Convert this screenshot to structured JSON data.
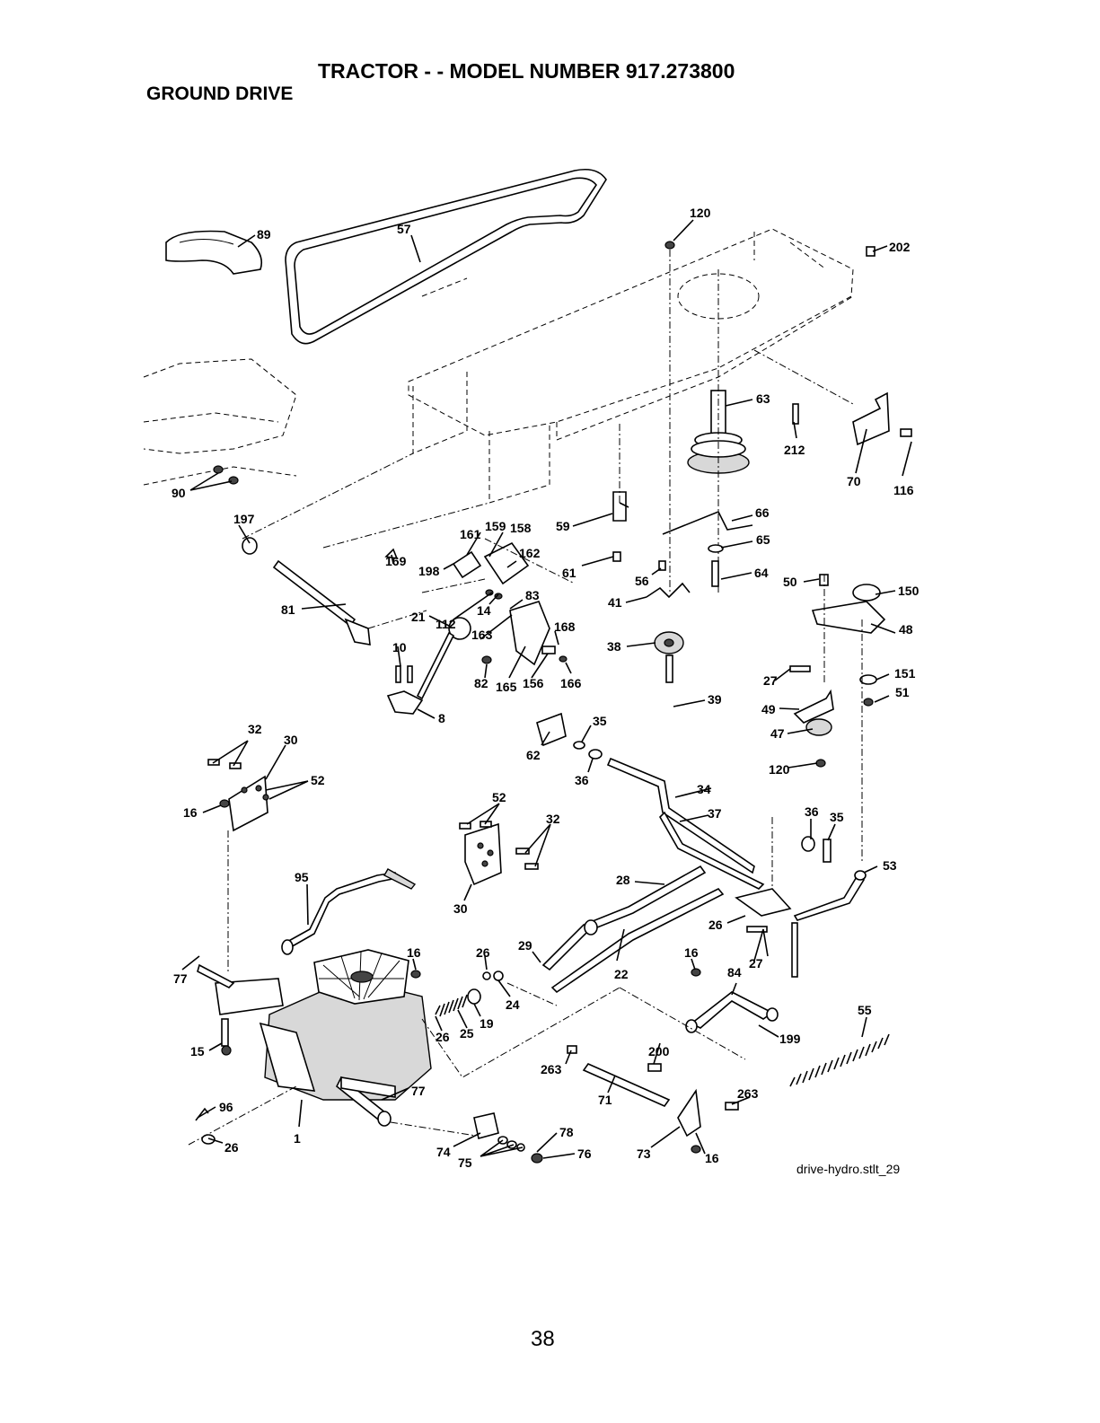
{
  "header": {
    "title": "TRACTOR - - MODEL NUMBER 917.273800",
    "subtitle": "GROUND DRIVE"
  },
  "callouts": [
    {
      "id": "c1",
      "text": "57"
    },
    {
      "id": "c2",
      "text": "120"
    },
    {
      "id": "c3",
      "text": "89"
    },
    {
      "id": "c4",
      "text": "63"
    },
    {
      "id": "c5",
      "text": "212"
    },
    {
      "id": "c6",
      "text": "70"
    },
    {
      "id": "c7",
      "text": "116"
    },
    {
      "id": "c8",
      "text": "90"
    },
    {
      "id": "c9",
      "text": "197"
    },
    {
      "id": "c10",
      "text": "161"
    },
    {
      "id": "c11",
      "text": "159"
    },
    {
      "id": "c12",
      "text": "158"
    },
    {
      "id": "c13",
      "text": "59"
    },
    {
      "id": "c14",
      "text": "66"
    },
    {
      "id": "c15",
      "text": "65"
    },
    {
      "id": "c16",
      "text": "202"
    },
    {
      "id": "c17",
      "text": "169"
    },
    {
      "id": "c18",
      "text": "198"
    },
    {
      "id": "c19",
      "text": "162"
    },
    {
      "id": "c20",
      "text": "61"
    },
    {
      "id": "c21",
      "text": "56"
    },
    {
      "id": "c22",
      "text": "64"
    },
    {
      "id": "c23",
      "text": "50"
    },
    {
      "id": "c24",
      "text": "150"
    },
    {
      "id": "c25",
      "text": "81"
    },
    {
      "id": "c26",
      "text": "14"
    },
    {
      "id": "c27",
      "text": "83"
    },
    {
      "id": "c28",
      "text": "41"
    },
    {
      "id": "c29",
      "text": "112"
    },
    {
      "id": "c30",
      "text": "163"
    },
    {
      "id": "c31",
      "text": "168"
    },
    {
      "id": "c32",
      "text": "48"
    },
    {
      "id": "c33",
      "text": "21"
    },
    {
      "id": "c34",
      "text": "38"
    },
    {
      "id": "c35",
      "text": "10"
    },
    {
      "id": "c36",
      "text": "82"
    },
    {
      "id": "c37",
      "text": "165"
    },
    {
      "id": "c38",
      "text": "156"
    },
    {
      "id": "c39",
      "text": "166"
    },
    {
      "id": "c40",
      "text": "27"
    },
    {
      "id": "c41",
      "text": "151"
    },
    {
      "id": "c42",
      "text": "51"
    },
    {
      "id": "c43",
      "text": "39"
    },
    {
      "id": "c44",
      "text": "8"
    },
    {
      "id": "c45",
      "text": "49"
    },
    {
      "id": "c46",
      "text": "35"
    },
    {
      "id": "c47",
      "text": "32"
    },
    {
      "id": "c48",
      "text": "30"
    },
    {
      "id": "c49",
      "text": "47"
    },
    {
      "id": "c50",
      "text": "62"
    },
    {
      "id": "c51",
      "text": "120"
    },
    {
      "id": "c52",
      "text": "36"
    },
    {
      "id": "c53",
      "text": "52"
    },
    {
      "id": "c54",
      "text": "34"
    },
    {
      "id": "c55",
      "text": "16"
    },
    {
      "id": "c56",
      "text": "52"
    },
    {
      "id": "c57",
      "text": "37"
    },
    {
      "id": "c58",
      "text": "36"
    },
    {
      "id": "c59",
      "text": "35"
    },
    {
      "id": "c60",
      "text": "32"
    },
    {
      "id": "c61",
      "text": "53"
    },
    {
      "id": "c62",
      "text": "95"
    },
    {
      "id": "c63",
      "text": "28"
    },
    {
      "id": "c64",
      "text": "30"
    },
    {
      "id": "c65",
      "text": "26"
    },
    {
      "id": "c66",
      "text": "29"
    },
    {
      "id": "c67",
      "text": "16"
    },
    {
      "id": "c68",
      "text": "26"
    },
    {
      "id": "c69",
      "text": "16"
    },
    {
      "id": "c70",
      "text": "27"
    },
    {
      "id": "c71",
      "text": "84"
    },
    {
      "id": "c72",
      "text": "77"
    },
    {
      "id": "c73",
      "text": "22"
    },
    {
      "id": "c74",
      "text": "24"
    },
    {
      "id": "c75",
      "text": "19"
    },
    {
      "id": "c76",
      "text": "55"
    },
    {
      "id": "c77",
      "text": "26"
    },
    {
      "id": "c78",
      "text": "25"
    },
    {
      "id": "c79",
      "text": "199"
    },
    {
      "id": "c80",
      "text": "15"
    },
    {
      "id": "c81",
      "text": "200"
    },
    {
      "id": "c82",
      "text": "263"
    },
    {
      "id": "c83",
      "text": "263"
    },
    {
      "id": "c84",
      "text": "77"
    },
    {
      "id": "c85",
      "text": "71"
    },
    {
      "id": "c86",
      "text": "96"
    },
    {
      "id": "c87",
      "text": "1"
    },
    {
      "id": "c88",
      "text": "78"
    },
    {
      "id": "c89",
      "text": "26"
    },
    {
      "id": "c90",
      "text": "74"
    },
    {
      "id": "c91",
      "text": "76"
    },
    {
      "id": "c92",
      "text": "73"
    },
    {
      "id": "c93",
      "text": "16"
    },
    {
      "id": "c94",
      "text": "75"
    }
  ],
  "footer": {
    "file_ref": "drive-hydro.stlt_29",
    "page_number": "38"
  }
}
